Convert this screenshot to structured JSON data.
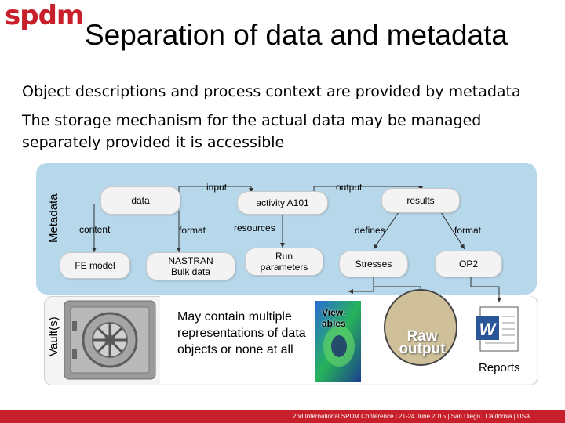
{
  "logo": "spdm",
  "title": "Separation of data and metadata",
  "bullets": [
    "Object descriptions and process context are provided by metadata",
    "The storage mechanism for the actual data may be managed",
    "separately provided it is accessible"
  ],
  "labels": {
    "metadata": "Metadata",
    "vault": "Vault(s)"
  },
  "nodes": {
    "data": "data",
    "activity": "activity A101",
    "results": "results",
    "fe_model": "FE model",
    "nastran_line1": "NASTRAN",
    "nastran_line2": "Bulk data",
    "run_line1": "Run",
    "run_line2": "parameters",
    "stresses": "Stresses",
    "op2": "OP2"
  },
  "edge_labels": {
    "input": "input",
    "output": "output",
    "content": "content",
    "format_left": "format",
    "resources": "resources",
    "defines": "defines",
    "format_right": "format"
  },
  "vault_note": "May contain multiple representations of data objects or none at all",
  "viewables": "View-ables",
  "raw_output": "Raw output",
  "reports": "Reports",
  "word_icon_letter": "W",
  "footer": "2nd International SPDM Conference | 21-24 June 2015 | San Diego | California | USA",
  "colors": {
    "brand": "#c8202a",
    "metadata_panel": "#b7d7ea",
    "raw_circle": "#cfc09a"
  }
}
